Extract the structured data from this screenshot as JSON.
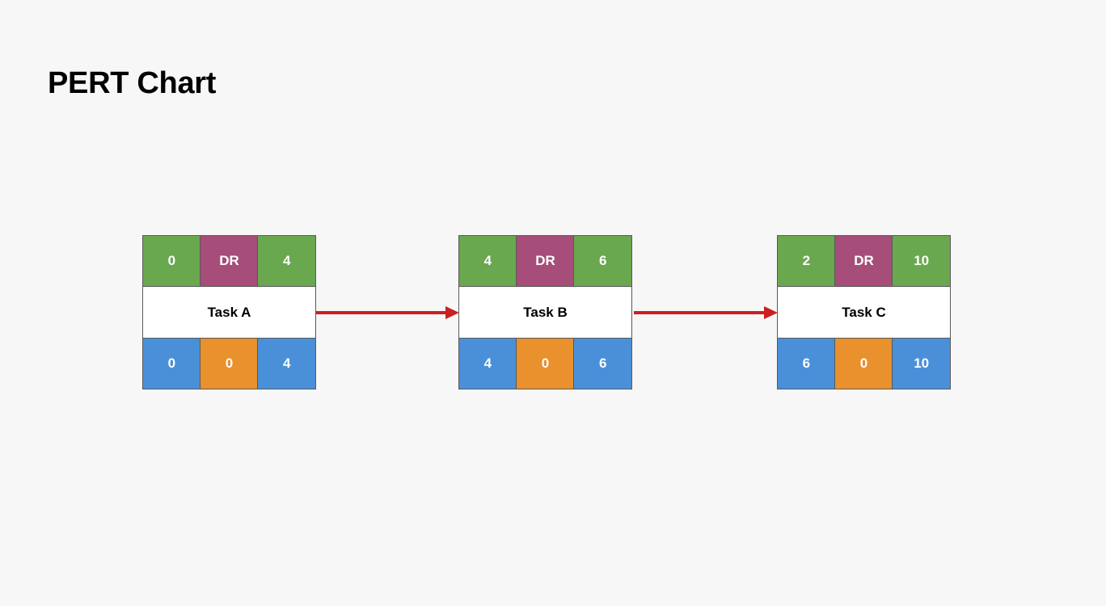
{
  "page": {
    "title": "PERT Chart",
    "background_color": "#f7f7f7"
  },
  "palette": {
    "green": "#6aa84f",
    "purple": "#a64d79",
    "blue": "#4a90d9",
    "orange": "#e8912d",
    "arrow": "#cc2020",
    "border": "#595959",
    "node_body": "#ffffff",
    "text_on_color": "#ffffff",
    "text_dark": "#000000"
  },
  "chart_data": {
    "type": "diagram",
    "diagram_type": "pert-chart",
    "title": "PERT Chart",
    "node_layout": {
      "top_row_labels": [
        "early_start",
        "duration",
        "early_finish"
      ],
      "middle_row_labels": [
        "task_name"
      ],
      "bottom_row_labels": [
        "late_start",
        "slack",
        "late_finish"
      ]
    },
    "nodes": [
      {
        "id": "task-a",
        "name": "Task A",
        "top": [
          "0",
          "DR",
          "4"
        ],
        "bottom": [
          "0",
          "0",
          "4"
        ],
        "early_start": 0,
        "duration_label": "DR",
        "early_finish": 4,
        "late_start": 0,
        "slack": 0,
        "late_finish": 4
      },
      {
        "id": "task-b",
        "name": "Task B",
        "top": [
          "4",
          "DR",
          "6"
        ],
        "bottom": [
          "4",
          "0",
          "6"
        ],
        "early_start": 4,
        "duration_label": "DR",
        "early_finish": 6,
        "late_start": 4,
        "slack": 0,
        "late_finish": 6
      },
      {
        "id": "task-c",
        "name": "Task C",
        "top": [
          "2",
          "DR",
          "10"
        ],
        "bottom": [
          "6",
          "0",
          "10"
        ],
        "early_start": 2,
        "duration_label": "DR",
        "early_finish": 10,
        "late_start": 6,
        "slack": 0,
        "late_finish": 10
      }
    ],
    "edges": [
      {
        "id": "edge-a-b",
        "from": "task-a",
        "to": "task-b",
        "style": "solid-arrow",
        "color": "#cc2020"
      },
      {
        "id": "edge-b-c",
        "from": "task-b",
        "to": "task-c",
        "style": "solid-arrow",
        "color": "#cc2020"
      }
    ]
  }
}
